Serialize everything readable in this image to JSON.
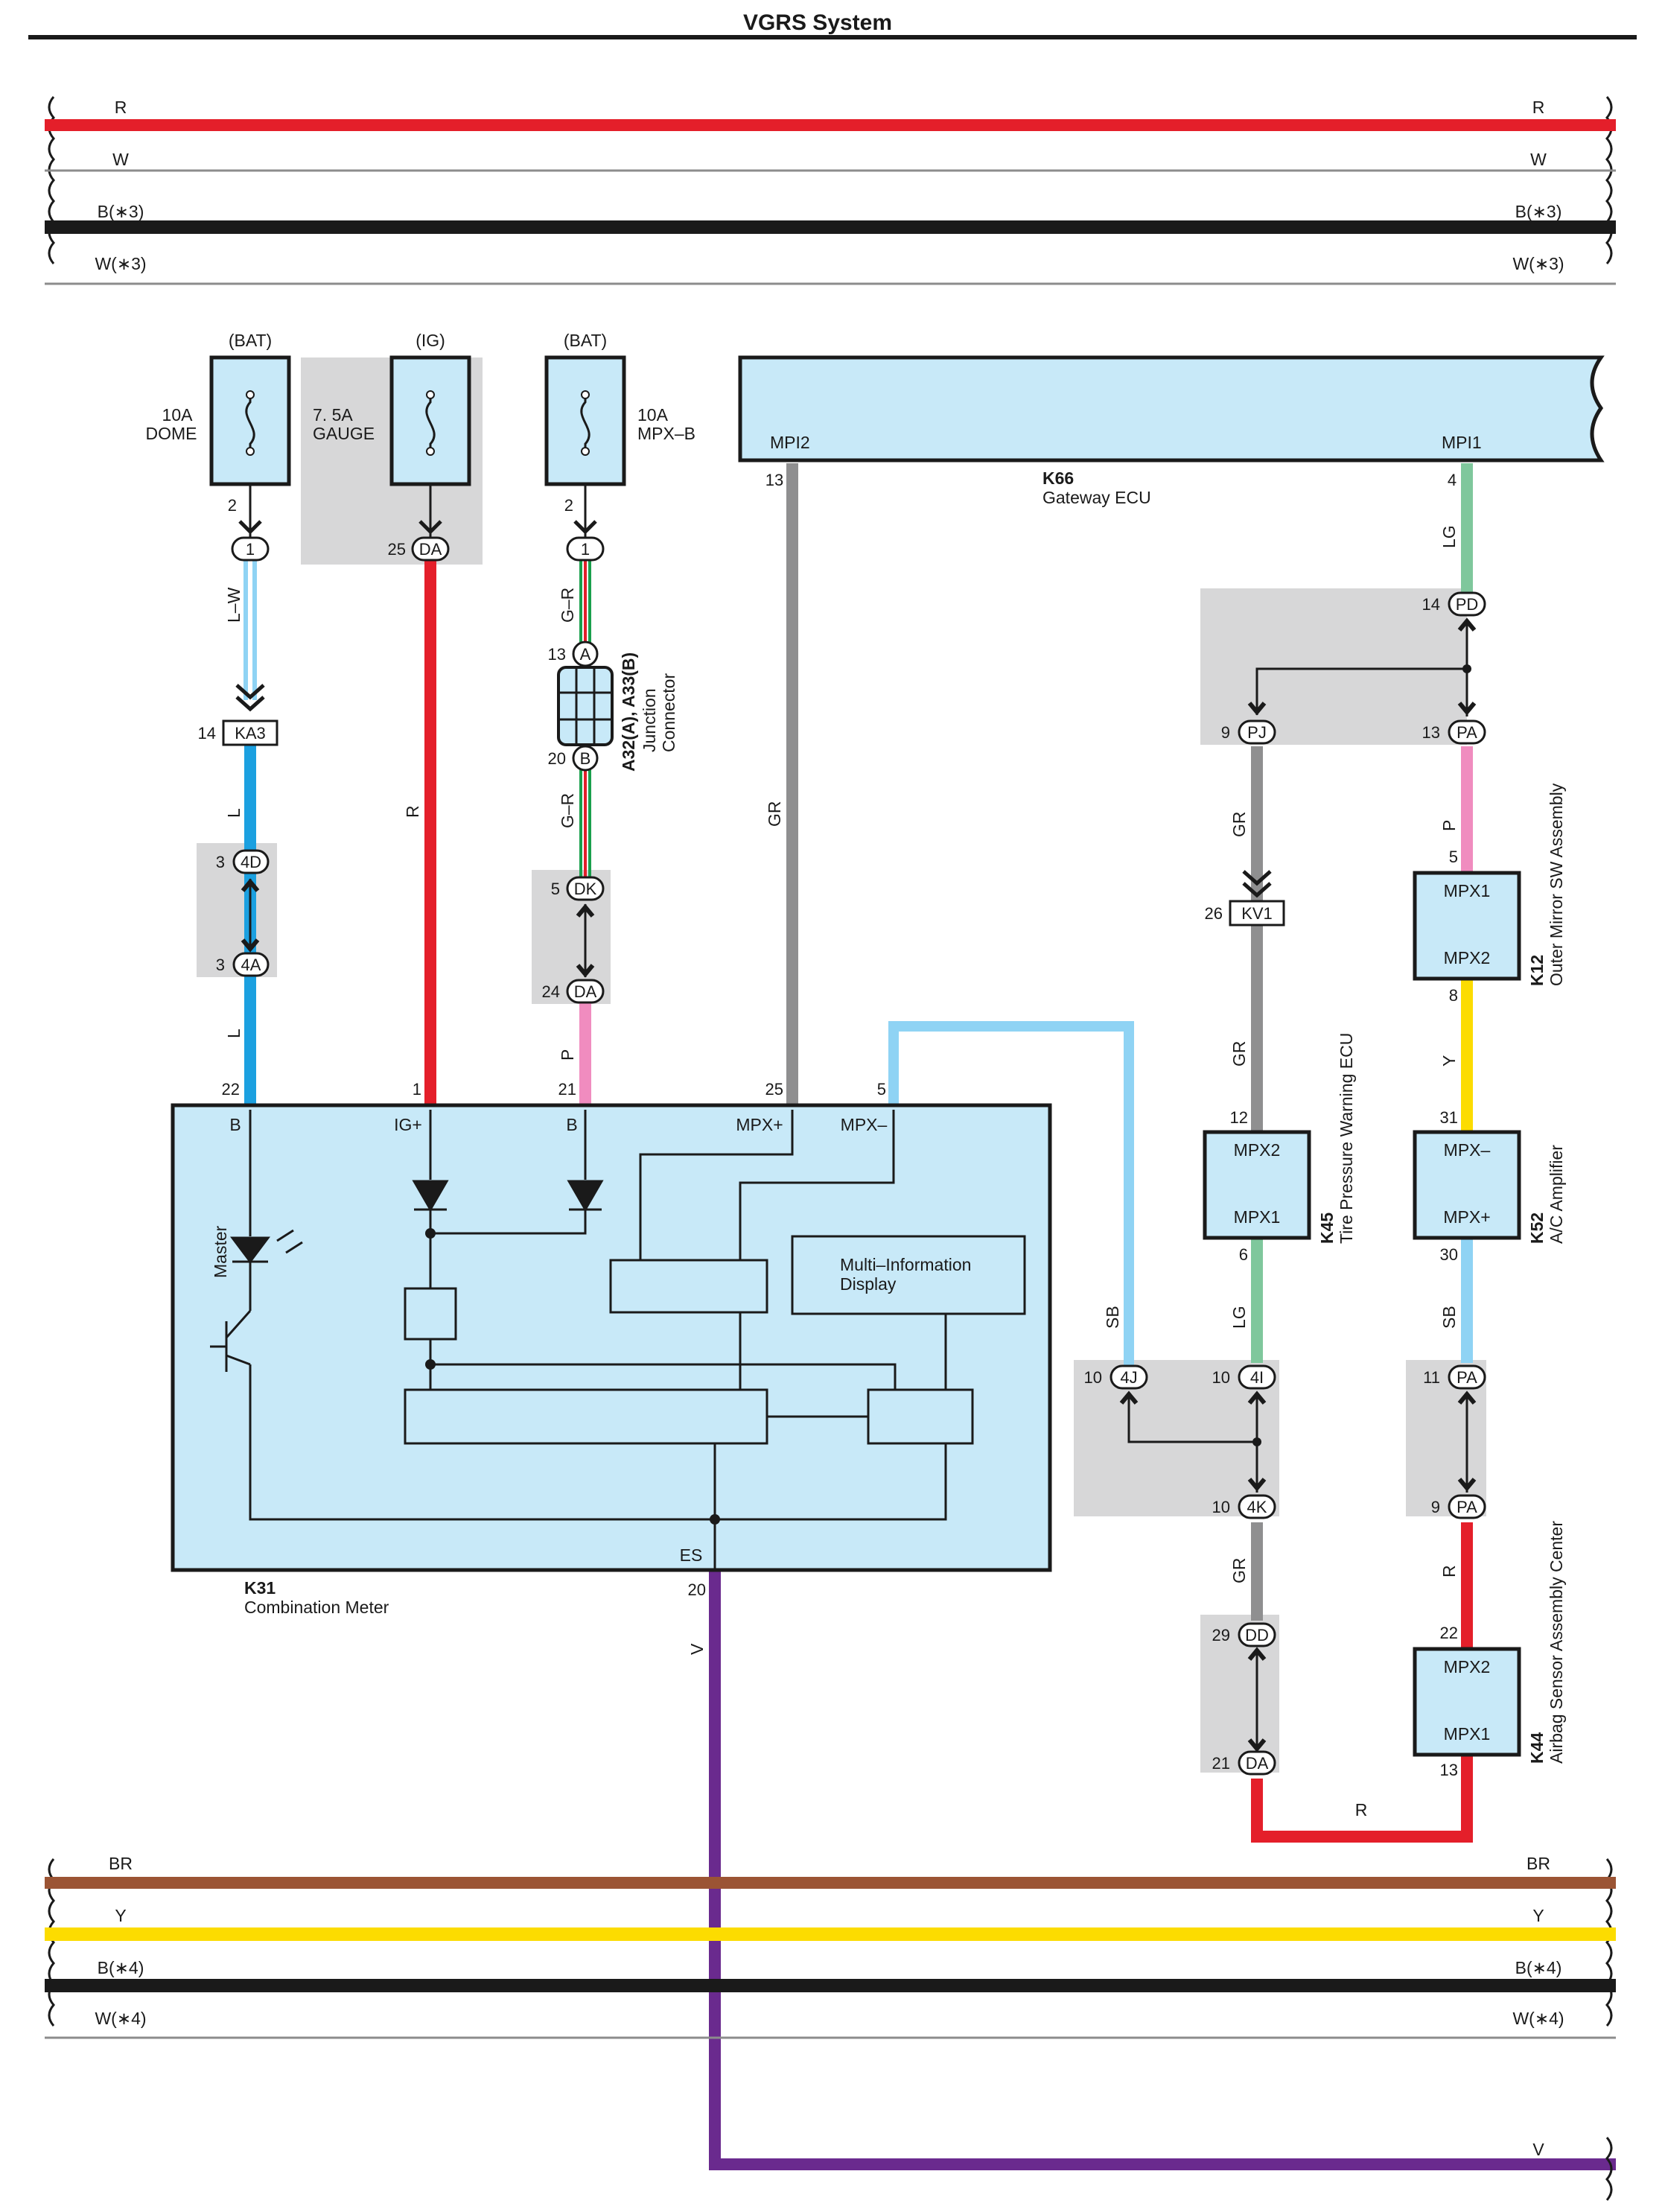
{
  "title": "VGRS System",
  "colors": {
    "R": "#e41f2a",
    "W": "#ffffff",
    "B": "#1a1a1a",
    "L": "#1ba0e0",
    "P": "#f08cbf",
    "GR": "#8f8f90",
    "LG": "#7fc79c",
    "Y": "#fcdc00",
    "SB": "#8fd3f4",
    "BR": "#9b5434",
    "V": "#6a2a8e",
    "G": "#1aa04c",
    "ecu_fill": "#c8e9f8",
    "shade": "#d7d7d8"
  },
  "top_bus": [
    {
      "left": "R",
      "right": "R",
      "color": "R"
    },
    {
      "left": "W",
      "right": "W",
      "color": "W"
    },
    {
      "left": "B(∗3)",
      "right": "B(∗3)",
      "color": "B"
    },
    {
      "left": "W(∗3)",
      "right": "W(∗3)",
      "color": "W"
    }
  ],
  "bottom_bus": [
    {
      "left": "BR",
      "right": "BR",
      "color": "BR"
    },
    {
      "left": "Y",
      "right": "Y",
      "color": "Y"
    },
    {
      "left": "B(∗4)",
      "right": "B(∗4)",
      "color": "B"
    },
    {
      "left": "W(∗4)",
      "right": "W(∗4)",
      "color": "W"
    }
  ],
  "fuses": [
    {
      "supply": "(BAT)",
      "rating": "10A",
      "name": "DOME",
      "pin": "2",
      "conn_pin": "1",
      "conn_num": ""
    },
    {
      "supply": "(IG)",
      "rating": "7. 5A",
      "name": "GAUGE",
      "pin": "",
      "conn_pin": "DA",
      "conn_num": "25"
    },
    {
      "supply": "(BAT)",
      "rating": "10A",
      "name": "MPX–B",
      "pin": "2",
      "conn_pin": "1",
      "conn_num": ""
    }
  ],
  "gateway": {
    "code": "K66",
    "name": "Gateway ECU",
    "term_left": "MPI2",
    "term_right": "MPI1",
    "pin_left": "13",
    "pin_right": "4"
  },
  "junction": {
    "code": "A32(A), A33(B)",
    "name_line1": "Junction",
    "name_line2": "Connector",
    "pin_a_num": "13",
    "pin_a": "A",
    "pin_b_num": "20",
    "pin_b": "B"
  },
  "meter": {
    "code": "K31",
    "name": "Combination Meter",
    "terminals": [
      "B",
      "IG+",
      "B",
      "MPX+",
      "MPX–"
    ],
    "pins": [
      "22",
      "1",
      "21",
      "25",
      "5"
    ],
    "es_label": "ES",
    "es_pin": "20",
    "master": "Master",
    "mid_line1": "Multi–Information",
    "mid_line2": "Display"
  },
  "wires_left": {
    "lw": "L–W",
    "ka3_num": "14",
    "ka3": "KA3",
    "l1": "L",
    "c4d_num": "3",
    "c4d": "4D",
    "c4a_num": "3",
    "c4a": "4A",
    "l2": "L",
    "r": "R",
    "gr1": "G–R",
    "gr2": "G–R",
    "dk_num": "5",
    "dk": "DK",
    "da_num": "24",
    "da": "DA",
    "p": "P",
    "gr_main": "GR",
    "v": "V"
  },
  "tpw": {
    "code": "K45",
    "name": "Tire Pressure Warning ECU",
    "t_top": "MPX2",
    "t_bot": "MPX1",
    "pin_top": "12",
    "pin_bot": "6"
  },
  "mirror": {
    "code": "K12",
    "name": "Outer Mirror SW Assembly",
    "t_top": "MPX1",
    "t_bot": "MPX2",
    "pin_top": "5",
    "pin_bot": "8"
  },
  "ac": {
    "code": "K52",
    "name": "A/C Amplifier",
    "t_top": "MPX–",
    "t_bot": "MPX+",
    "pin_top": "31",
    "pin_bot": "30"
  },
  "airbag": {
    "code": "K44",
    "name": "Airbag Sensor Assembly Center",
    "t_top": "MPX2",
    "t_bot": "MPX1",
    "pin_top": "22",
    "pin_bot": "13"
  },
  "wires_right": {
    "lg": "LG",
    "pd_num": "14",
    "pd": "PD",
    "pj_num": "9",
    "pj": "PJ",
    "pa_num": "13",
    "pa": "PA",
    "gr1": "GR",
    "p": "P",
    "kv1_num": "26",
    "kv1": "KV1",
    "gr2": "GR",
    "y": "Y",
    "sb_left": "SB",
    "lg2": "LG",
    "sb_right": "SB",
    "c4j_num": "10",
    "c4j": "4J",
    "c4i_num": "10",
    "c4i": "4I",
    "c4k_num": "10",
    "c4k": "4K",
    "pa2_num": "11",
    "pa2": "PA",
    "pa3_num": "9",
    "pa3": "PA",
    "gr3": "GR",
    "r1": "R",
    "dd_num": "29",
    "dd": "DD",
    "da_num": "21",
    "da": "DA",
    "r2": "R",
    "v_end": "V"
  }
}
